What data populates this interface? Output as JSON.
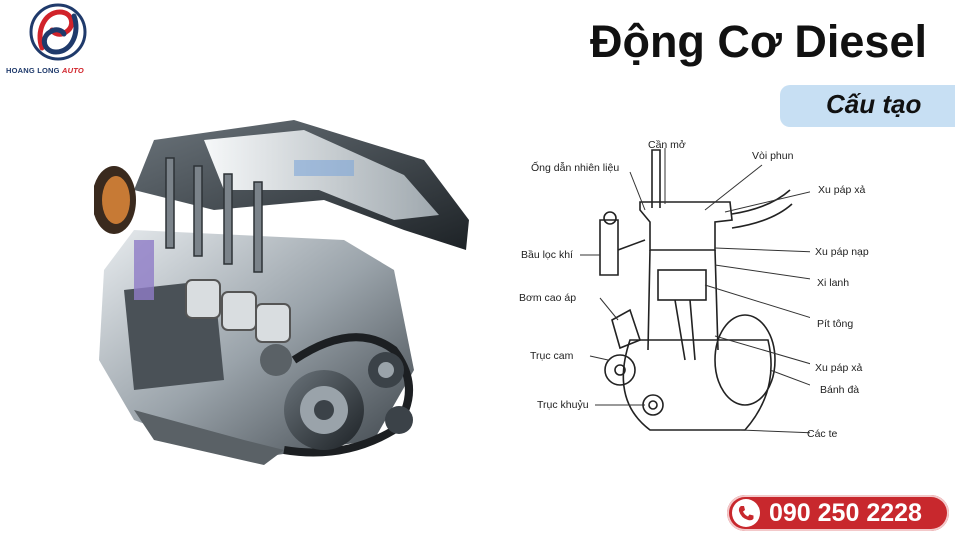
{
  "logo": {
    "text_main": "HOANG LONG",
    "text_accent": "AUTO",
    "colors": {
      "navy": "#1f3a6b",
      "red": "#d1232a"
    }
  },
  "header": {
    "title": "Động Cơ Diesel",
    "subtitle": "Cấu tạo"
  },
  "diagram": {
    "labels": {
      "can_mo": "Cần mở",
      "ong_dan": "Ống dẫn nhiên liệu",
      "voi_phun": "Vòi phun",
      "xu_pap_xa_top": "Xu páp xả",
      "bau_loc": "Bầu lọc khí",
      "xu_pap_nap": "Xu páp nạp",
      "xi_lanh": "Xi lanh",
      "bom_cao_ap": "Bơm cao áp",
      "pit_tong": "Pít tông",
      "truc_cam": "Trục cam",
      "xu_pap_xa_bottom": "Xu páp xả",
      "banh_da": "Bánh đà",
      "truc_khuyu": "Trục khuỷu",
      "cac_te": "Các te"
    }
  },
  "contact": {
    "phone": "090 250 2228",
    "icon": "phone-icon",
    "color": "#c8282d"
  }
}
